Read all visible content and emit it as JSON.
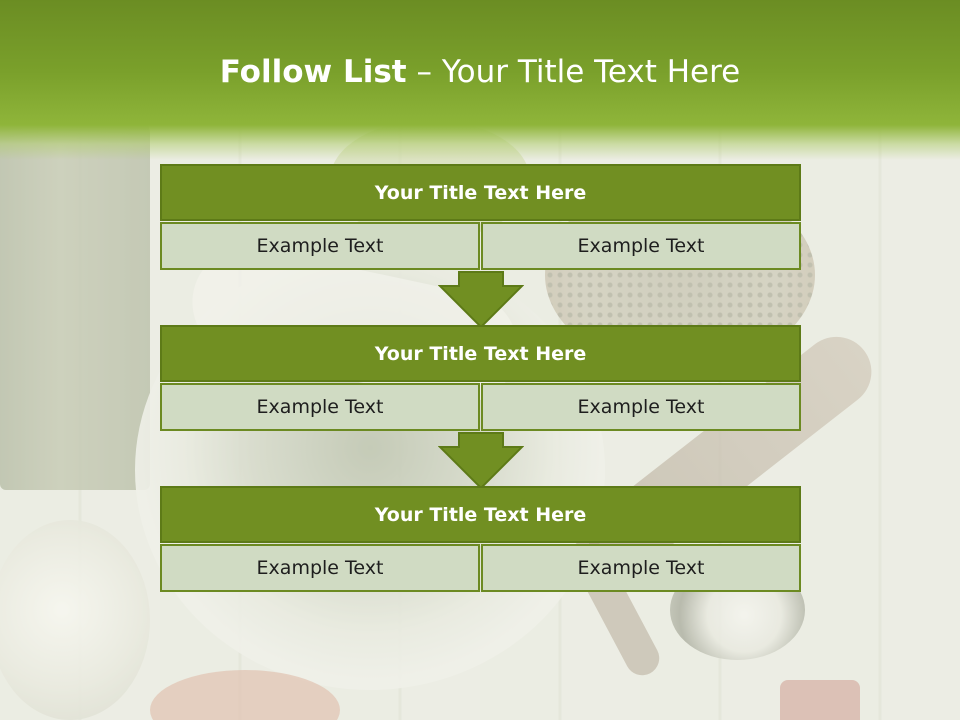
{
  "slide": {
    "title_strong": "Follow List",
    "title_rest": " – Your Title Text Here"
  },
  "blocks": [
    {
      "title": "Your Title Text Here",
      "left": "Example Text",
      "right": "Example Text"
    },
    {
      "title": "Your Title Text Here",
      "left": "Example Text",
      "right": "Example Text"
    },
    {
      "title": "Your Title Text Here",
      "left": "Example Text",
      "right": "Example Text"
    }
  ],
  "colors": {
    "accent": "#718f22",
    "cell": "#d0dbc3",
    "header_top": "#6b8d23",
    "header_bottom": "#8fb53a"
  },
  "icons": [
    "down-arrow-icon",
    "down-arrow-icon"
  ]
}
